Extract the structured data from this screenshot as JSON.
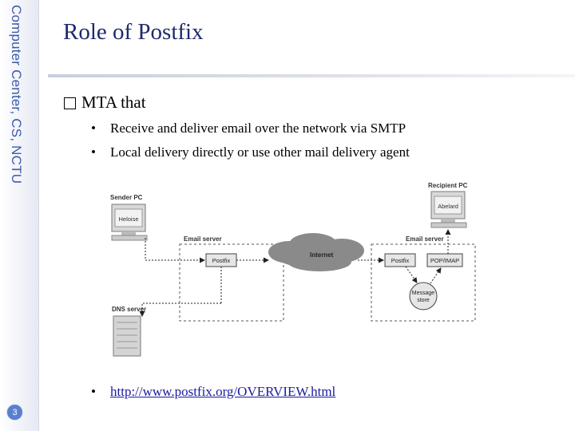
{
  "sidebar": {
    "title": "Computer Center, CS, NCTU",
    "page_number": "3"
  },
  "slide": {
    "title": "Role of Postfix",
    "level1": "MTA that",
    "bullets": [
      "Receive and deliver email over the network via SMTP",
      "Local delivery directly or use other mail delivery agent"
    ],
    "link_bullet": "http://www.postfix.org/OVERVIEW.html"
  },
  "diagram": {
    "sender_pc": "Sender PC",
    "sender_name": "Heloise",
    "recipient_pc": "Recipient PC",
    "recipient_name": "Abelard",
    "email_server_left": "Email server",
    "email_server_right": "Email server",
    "postfix_left": "Postfix",
    "postfix_right": "Postfix",
    "internet": "Internet",
    "pop_imap": "POP/IMAP",
    "message_store_line1": "Message",
    "message_store_line2": "store",
    "dns_server": "DNS server"
  },
  "colors": {
    "accent": "#3b5aa8",
    "title": "#1f2a6b",
    "link": "#1a1aa0",
    "page_badge": "#5b7fcf"
  }
}
